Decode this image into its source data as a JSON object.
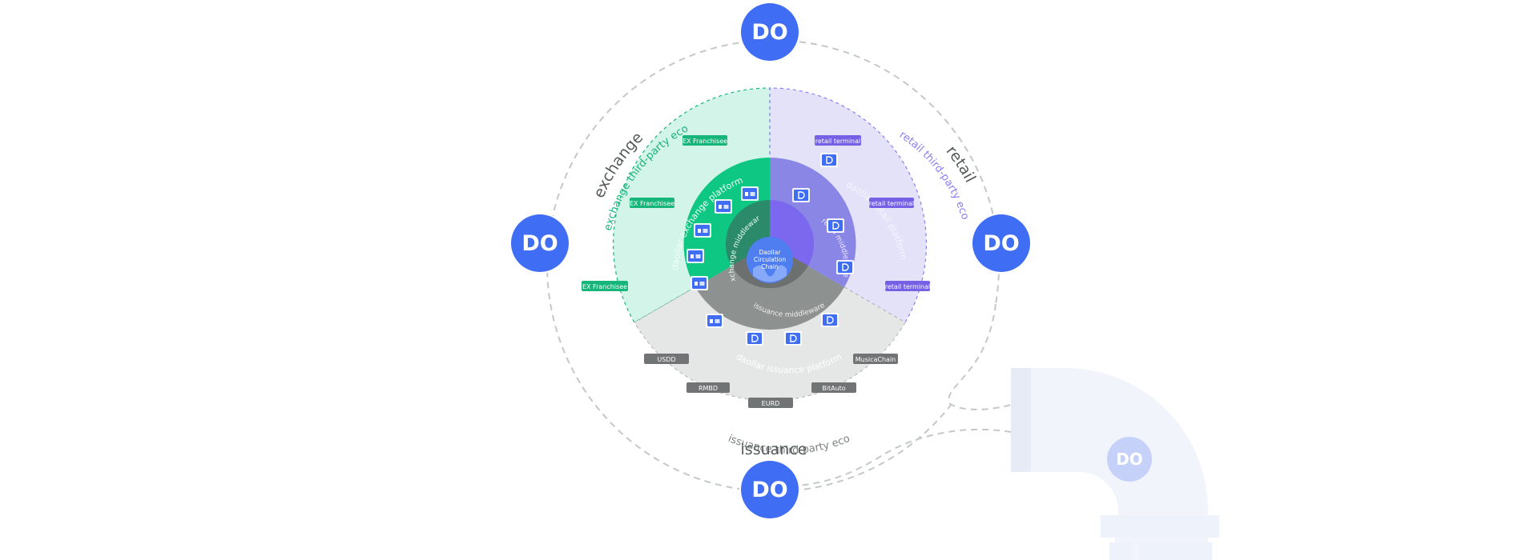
{
  "colors": {
    "do_blue": "#3f6df4",
    "exchange_light": "#d3f4e8",
    "exchange_mid": "#0ec783",
    "exchange_dark": "#2a8a6a",
    "retail_light": "#e4e2f8",
    "retail_mid": "#8a86e6",
    "retail_dark": "#7b68ee",
    "issuance_light": "#e5e6e6",
    "issuance_mid": "#8d9190",
    "issuance_inner": "#6c7170",
    "badge_green": "#16b57a",
    "badge_purple": "#7560e6",
    "badge_gray": "#707474",
    "pipe": "#f1f4fb"
  },
  "do_nodes": {
    "label": "DO"
  },
  "sectors": {
    "exchange": {
      "label": "exchange",
      "eco_label": "exchange third-party eco",
      "platform_label": "daollar exchange platform",
      "middleware_label": "exchange middleware"
    },
    "retail": {
      "label": "retail",
      "eco_label": "retail third-party eco",
      "platform_label": "daollar retail platform",
      "middleware_label": "retail middleware"
    },
    "issuance": {
      "label": "issuance",
      "eco_label": "issuance third-party eco",
      "platform_label": "daollar issuance platform",
      "middleware_label": "issuance middleware"
    }
  },
  "center": {
    "line1": "Daollar",
    "line2": "Circulation",
    "line3": "Chain"
  },
  "badges": {
    "exchange": [
      "EX Franchisee",
      "EX Franchisee",
      "EX Franchisee"
    ],
    "retail": [
      "retail terminal",
      "retail terminal",
      "retail terminal"
    ],
    "issuance": [
      "USDD",
      "RMBD",
      "EURD",
      "BitAuto",
      "MusicaChain"
    ]
  },
  "platform_icons": {
    "exchange": [
      "bit-icon",
      "bit-icon",
      "bit-icon",
      "bit-icon",
      "bit-icon"
    ],
    "retail": [
      "daollar-icon",
      "daollar-icon",
      "daollar-icon",
      "daollar-icon"
    ],
    "issuance": [
      "bit-icon",
      "daollar-icon",
      "daollar-icon",
      "daollar-icon"
    ]
  }
}
